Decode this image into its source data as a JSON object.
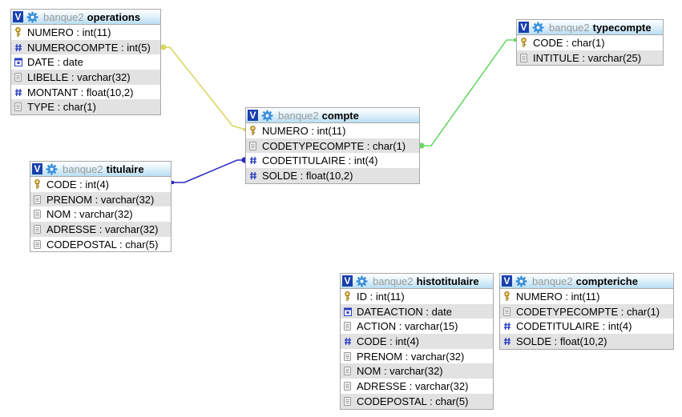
{
  "colors": {
    "link_operations_compte": "#d8d860",
    "link_titulaire_compte": "#2b2bc0",
    "link_compte_typecompte": "#66d866",
    "header_badge": "#1a3fae",
    "db_prefix": "#9a9a9a"
  },
  "tables": {
    "operations": {
      "db": "banque2",
      "name": "operations",
      "columns": [
        {
          "label": "NUMERO : int(11)",
          "icon": "key-icon"
        },
        {
          "label": "NUMEROCOMPTE : int(5)",
          "icon": "hash-icon"
        },
        {
          "label": "DATE : date",
          "icon": "calendar-icon"
        },
        {
          "label": "LIBELLE : varchar(32)",
          "icon": "text-icon"
        },
        {
          "label": "MONTANT : float(10,2)",
          "icon": "hash-icon"
        },
        {
          "label": "TYPE : char(1)",
          "icon": "text-icon"
        }
      ]
    },
    "typecompte": {
      "db": "banque2",
      "name": "typecompte",
      "columns": [
        {
          "label": "CODE : char(1)",
          "icon": "key-icon"
        },
        {
          "label": "INTITULE : varchar(25)",
          "icon": "text-icon"
        }
      ]
    },
    "compte": {
      "db": "banque2",
      "name": "compte",
      "columns": [
        {
          "label": "NUMERO : int(11)",
          "icon": "key-icon"
        },
        {
          "label": "CODETYPECOMPTE : char(1)",
          "icon": "text-icon"
        },
        {
          "label": "CODETITULAIRE : int(4)",
          "icon": "hash-icon"
        },
        {
          "label": "SOLDE : float(10,2)",
          "icon": "hash-icon"
        }
      ]
    },
    "titulaire": {
      "db": "banque2",
      "name": "titulaire",
      "columns": [
        {
          "label": "CODE : int(4)",
          "icon": "key-icon"
        },
        {
          "label": "PRENOM : varchar(32)",
          "icon": "text-icon"
        },
        {
          "label": "NOM : varchar(32)",
          "icon": "text-icon"
        },
        {
          "label": "ADRESSE : varchar(32)",
          "icon": "text-icon"
        },
        {
          "label": "CODEPOSTAL : char(5)",
          "icon": "text-icon"
        }
      ]
    },
    "histotitulaire": {
      "db": "banque2",
      "name": "histotitulaire",
      "columns": [
        {
          "label": "ID : int(11)",
          "icon": "key-icon"
        },
        {
          "label": "DATEACTION : date",
          "icon": "calendar-icon"
        },
        {
          "label": "ACTION : varchar(15)",
          "icon": "text-icon"
        },
        {
          "label": "CODE : int(4)",
          "icon": "hash-icon"
        },
        {
          "label": "PRENOM : varchar(32)",
          "icon": "text-icon"
        },
        {
          "label": "NOM : varchar(32)",
          "icon": "text-icon"
        },
        {
          "label": "ADRESSE : varchar(32)",
          "icon": "text-icon"
        },
        {
          "label": "CODEPOSTAL : char(5)",
          "icon": "text-icon"
        }
      ]
    },
    "compteriche": {
      "db": "banque2",
      "name": "compteriche",
      "columns": [
        {
          "label": "NUMERO : int(11)",
          "icon": "key-icon"
        },
        {
          "label": "CODETYPECOMPTE : char(1)",
          "icon": "text-icon"
        },
        {
          "label": "CODETITULAIRE : int(4)",
          "icon": "hash-icon"
        },
        {
          "label": "SOLDE : float(10,2)",
          "icon": "hash-icon"
        }
      ]
    }
  }
}
